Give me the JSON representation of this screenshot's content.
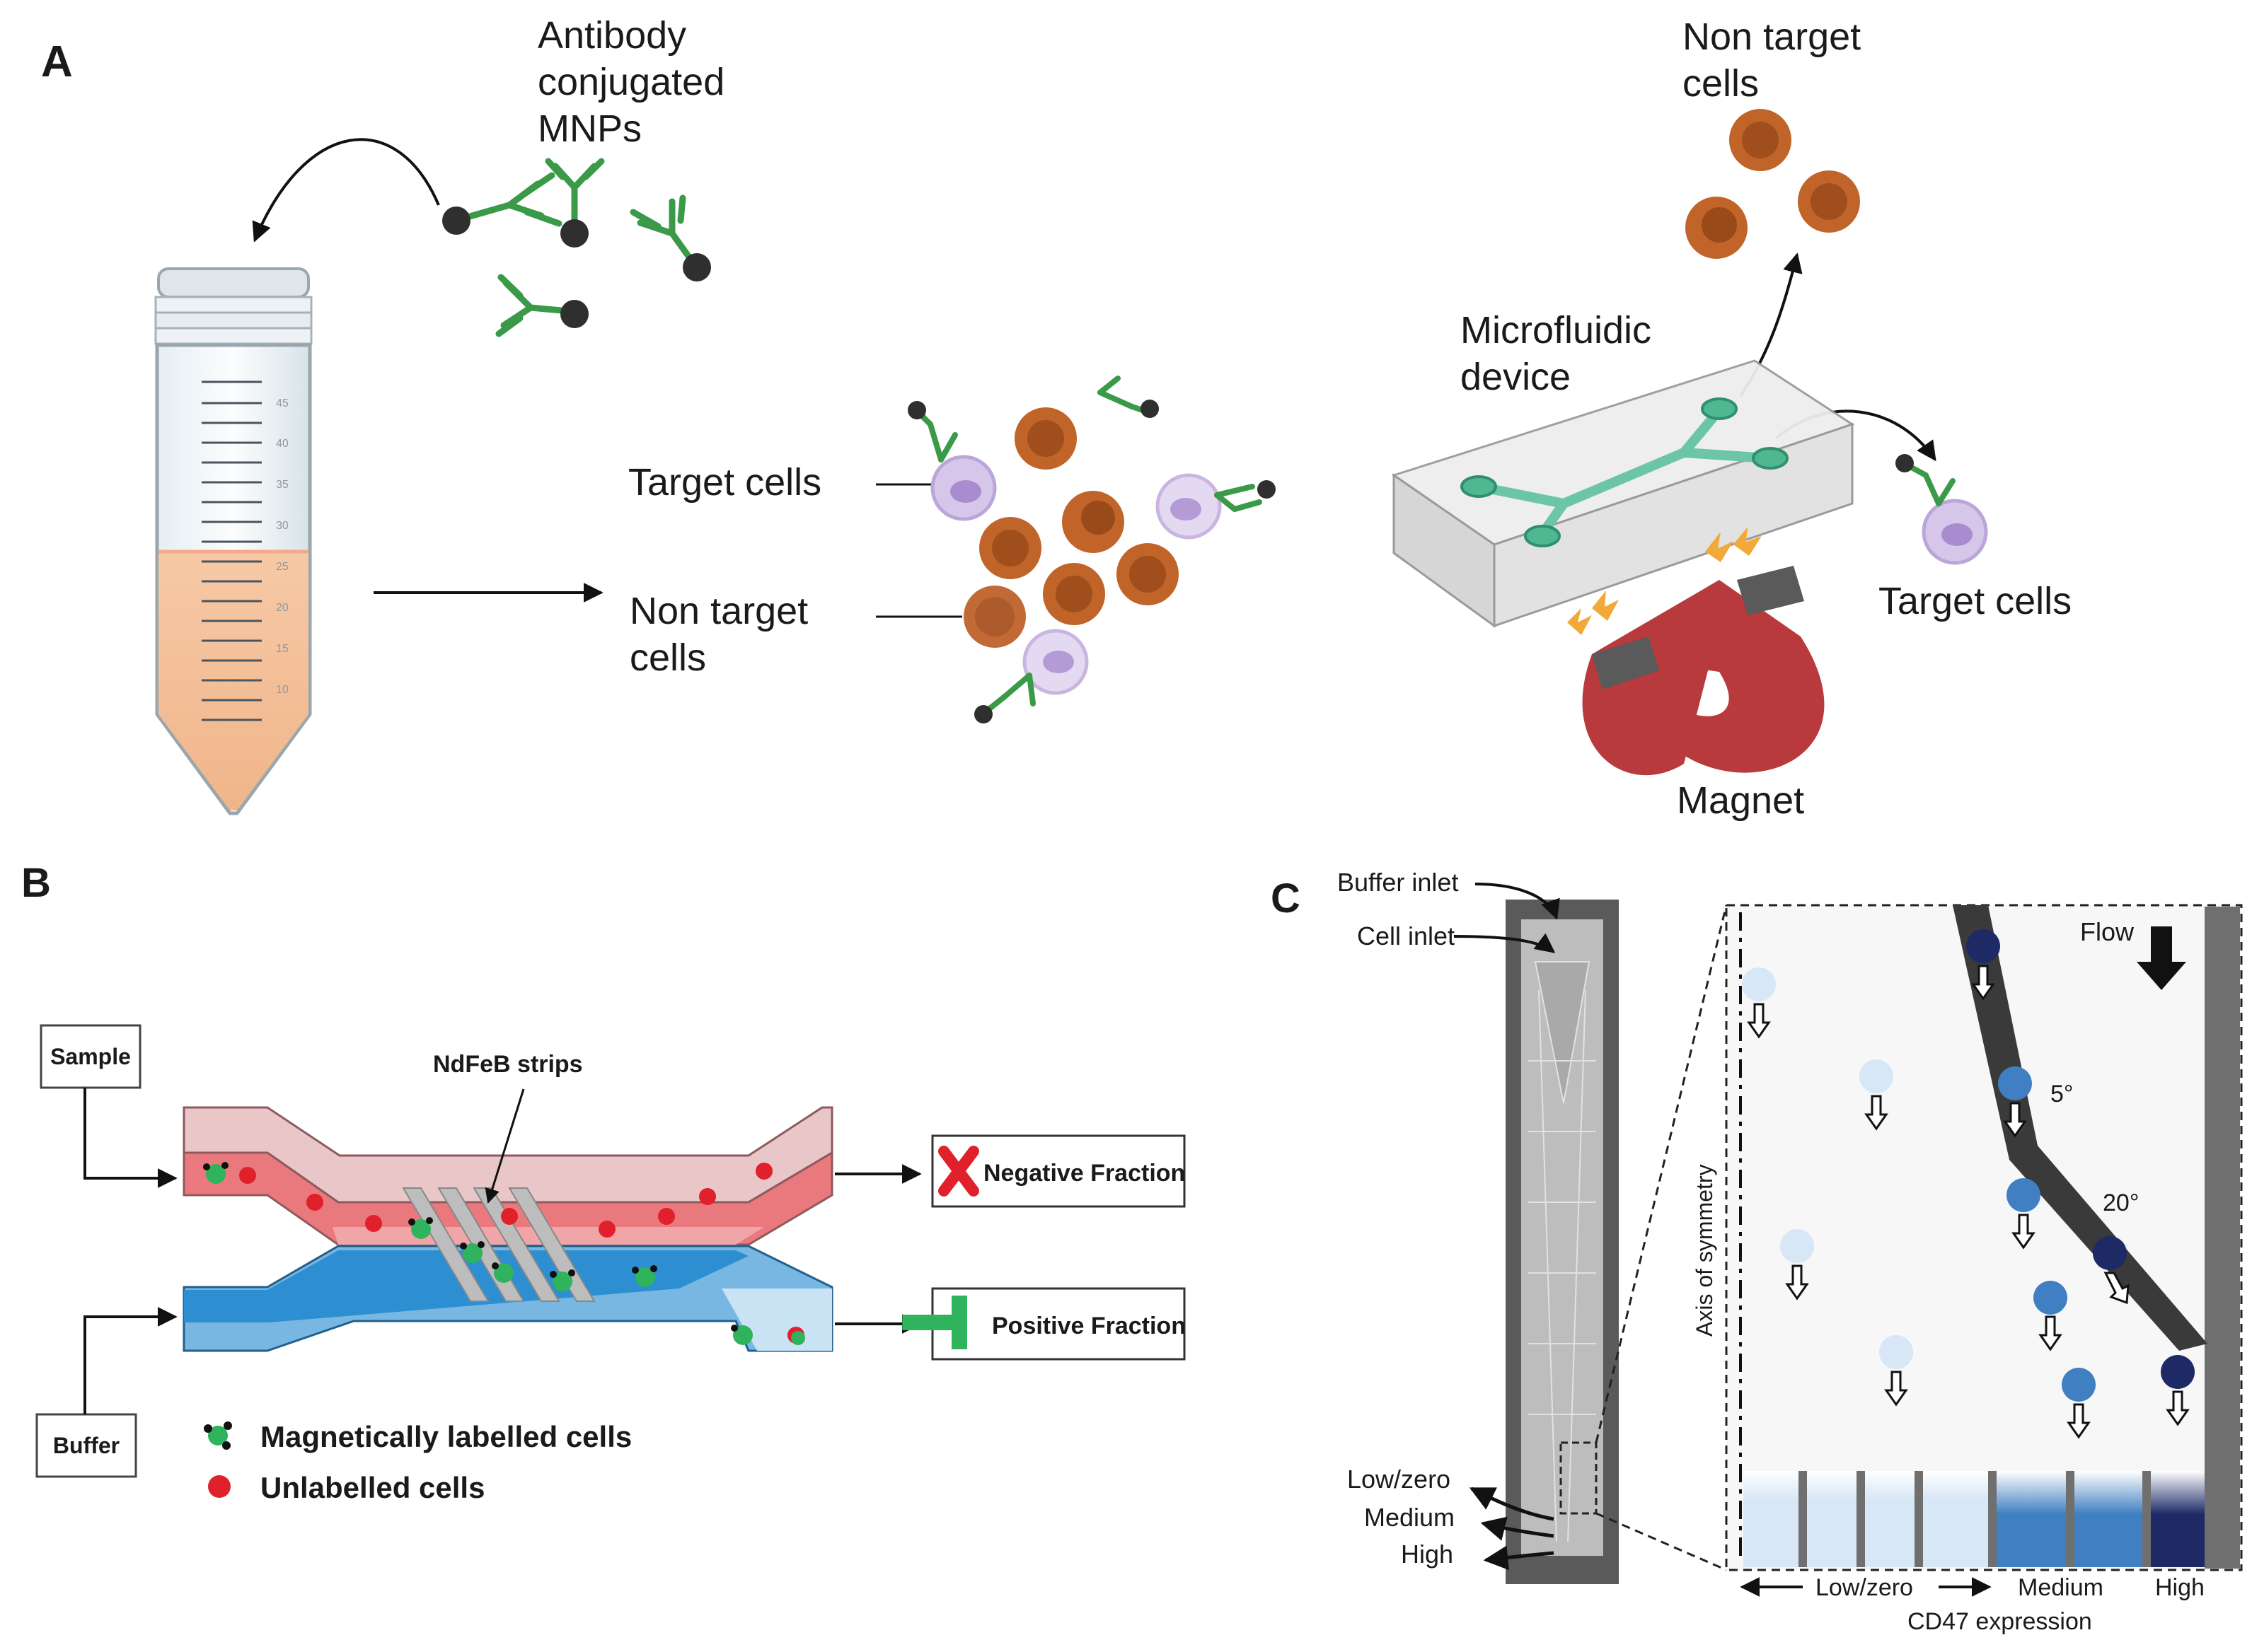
{
  "panelA": {
    "letter": "A",
    "mnp_label": [
      "Antibody",
      "conjugated",
      "MNPs"
    ],
    "target_label": "Target cells",
    "nontarget_label": [
      "Non target",
      "cells"
    ],
    "device_label": [
      "Microfluidic",
      "device"
    ],
    "nontarget_out_label": [
      "Non target",
      "cells"
    ],
    "target_out_label": "Target cells",
    "magnet_label": "Magnet",
    "tube_marks": [
      "45",
      "40",
      "35",
      "30",
      "25",
      "20",
      "15",
      "10"
    ]
  },
  "panelB": {
    "letter": "B",
    "sample_label": "Sample",
    "buffer_label": "Buffer",
    "strips_label": "NdFeB strips",
    "negative_label": "Negative Fraction",
    "positive_label": "Positive Fraction",
    "legend_labelled": "Magnetically labelled cells",
    "legend_unlabelled": "Unlabelled cells"
  },
  "panelC": {
    "letter": "C",
    "buffer_inlet": "Buffer inlet",
    "cell_inlet": "Cell inlet",
    "out_low": "Low/zero",
    "out_medium": "Medium",
    "out_high": "High",
    "flow_label": "Flow",
    "axis_label": "Axis of symmetry",
    "angle_5": "5°",
    "angle_20": "20°",
    "x_low": "Low/zero",
    "x_medium": "Medium",
    "x_high": "High",
    "x_title": "CD47 expression"
  },
  "colors": {
    "antibody": "#3a9a48",
    "mnp": "#2f2f2f",
    "nontarget_cell": "#c0642a",
    "target_cell": "#c9b6e0",
    "magnet": "#b83a3c",
    "device": "#6cc6a6",
    "red_channel": "#e9797c",
    "blue_channel": "#2d8fd1"
  }
}
